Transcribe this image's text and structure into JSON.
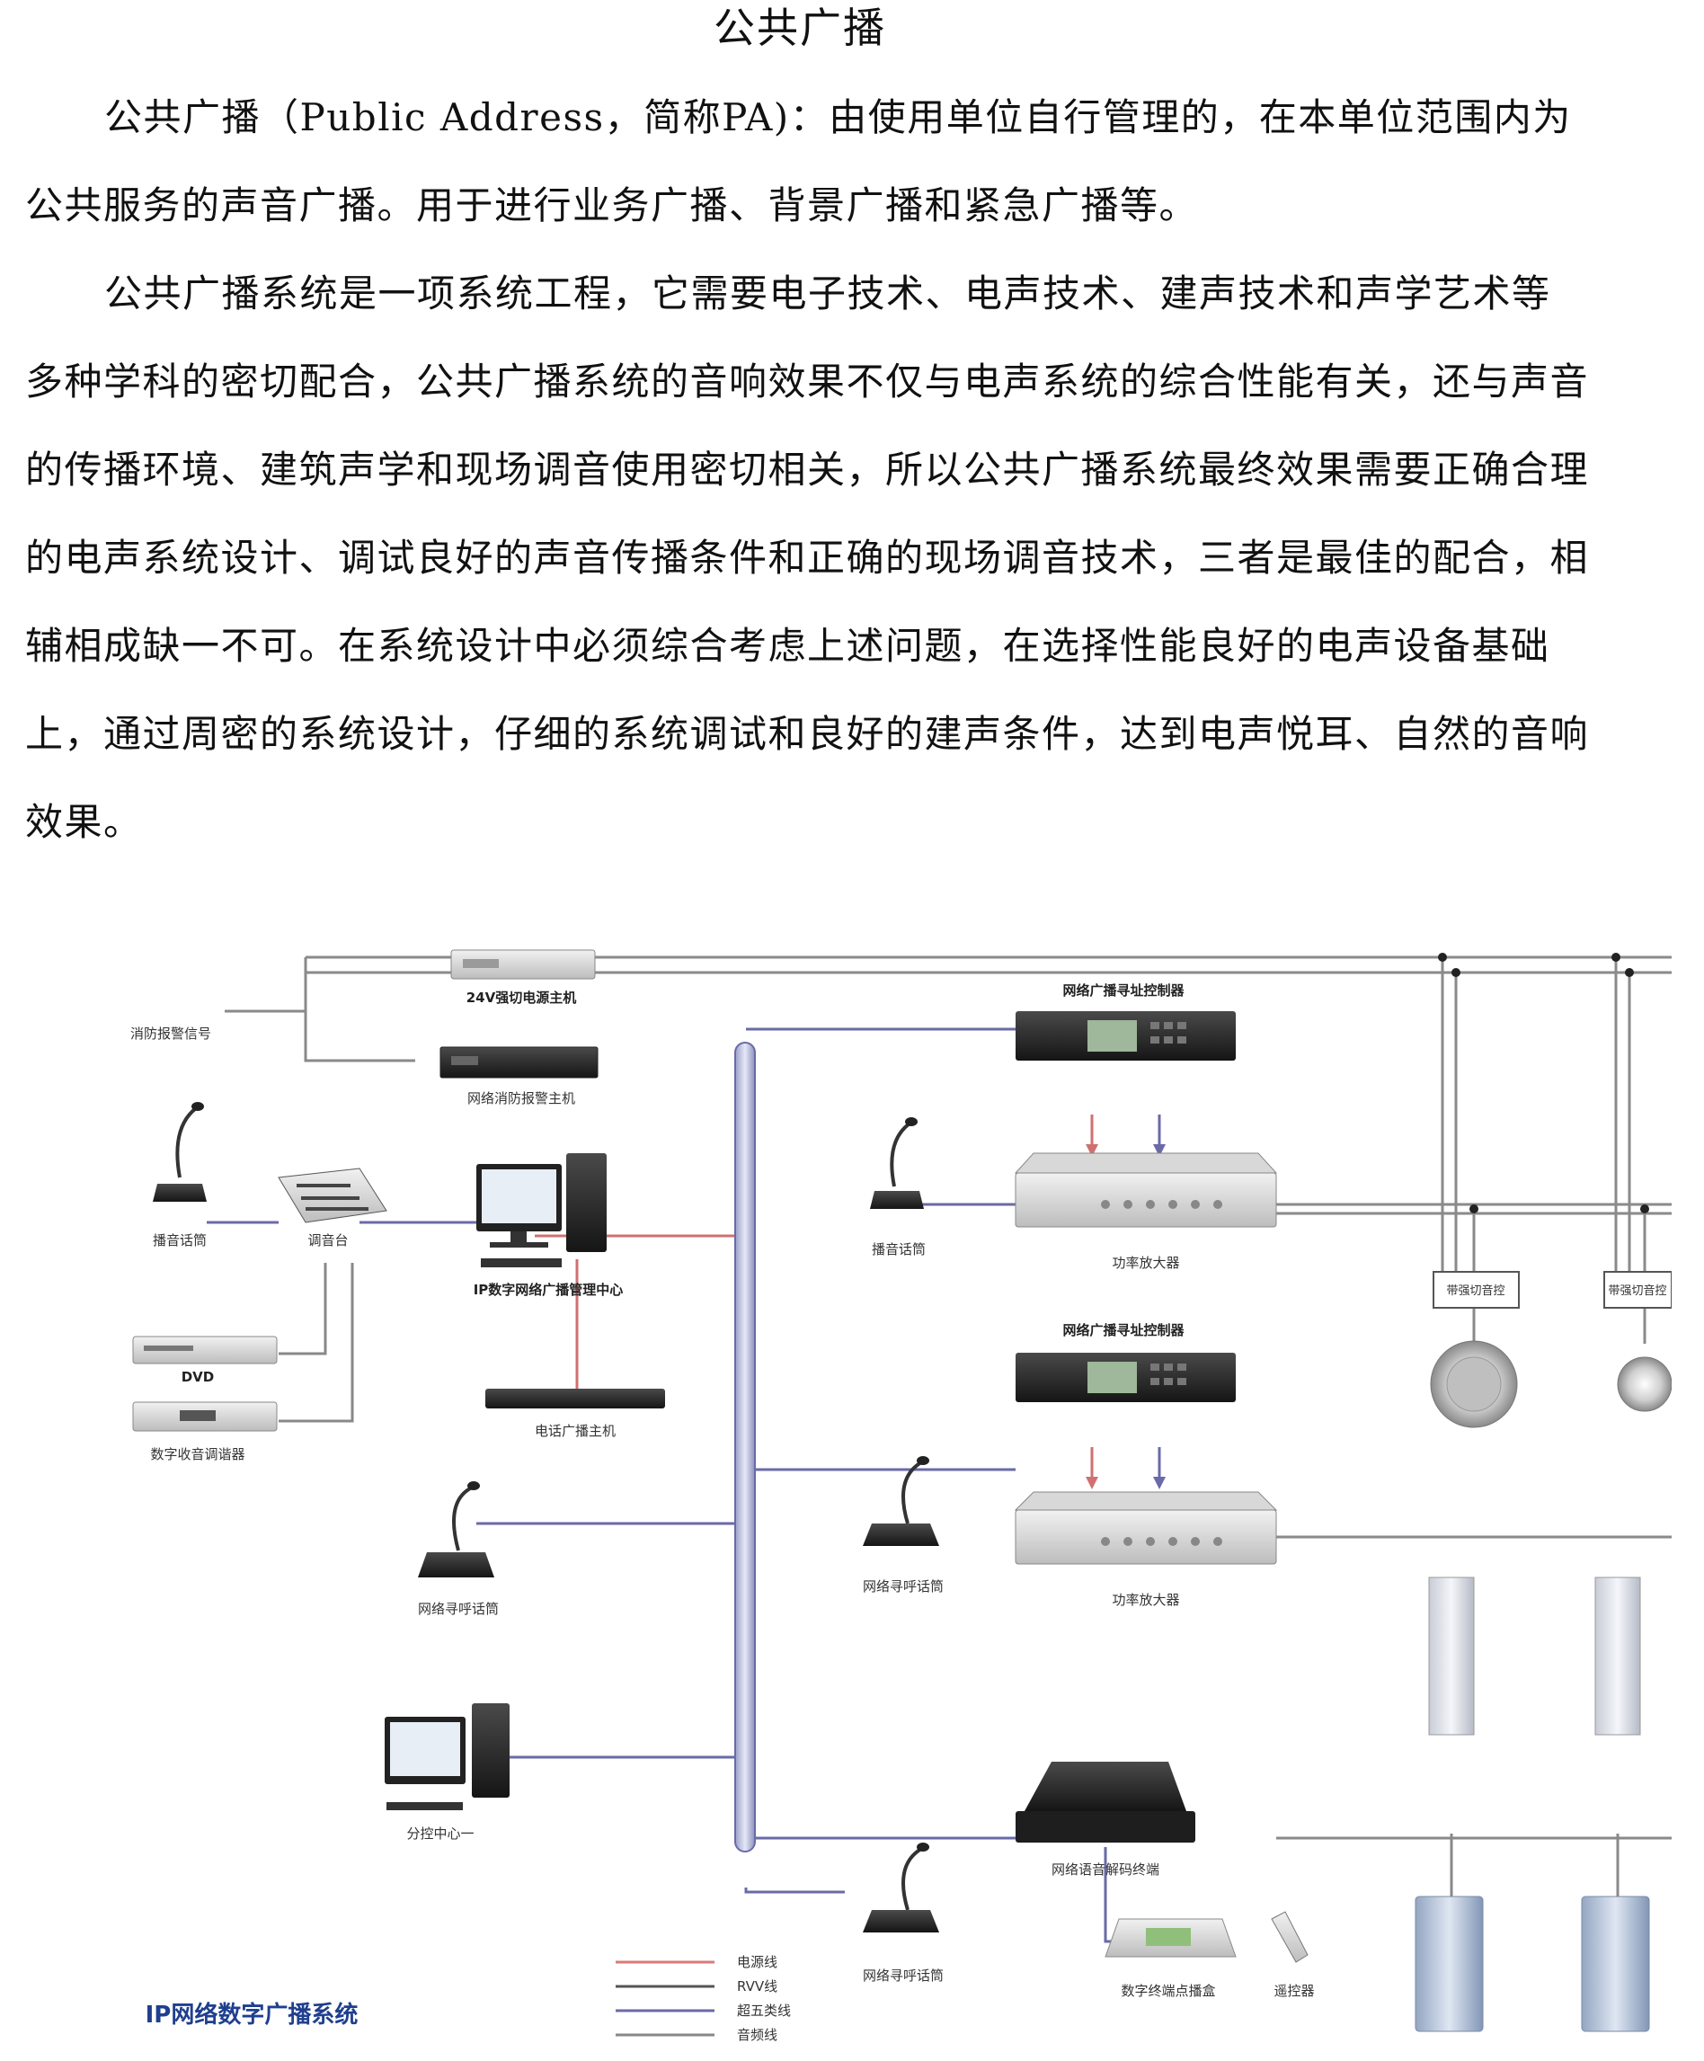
{
  "document": {
    "title": "公共广播",
    "paragraphs": [
      "公共广播（Public Address，简称PA)：由使用单位自行管理的，在本单位范围内为公共服务的声音广播。用于进行业务广播、背景广播和紧急广播等。",
      "公共广播系统是一项系统工程，它需要电子技术、电声技术、建声技术和声学艺术等多种学科的密切配合，公共广播系统的音响效果不仅与电声系统的综合性能有关，还与声音的传播环境、建筑声学和现场调音使用密切相关，所以公共广播系统最终效果需要正确合理的电声系统设计、调试良好的声音传播条件和正确的现场调音技术，三者是最佳的配合，相辅相成缺一不可。在系统设计中必须综合考虑上述问题，在选择性能良好的电声设备基础上，通过周密的系统设计，仔细的系统调试和良好的建声条件，达到电声悦耳、自然的音响效果。"
    ]
  },
  "diagram": {
    "title": "IP网络数字广播系统",
    "labels": {
      "power_host": "24V强切电源主机",
      "fire_signal": "消防报警信号",
      "fire_host": "网络消防报警主机",
      "mic_left": "播音话筒",
      "mixer": "调音台",
      "dvd": "DVD",
      "tuner": "数字收音调谐器",
      "ip_center": "IP数字网络广播管理中心",
      "phone_host": "电话广播主机",
      "paging_mic_left": "网络寻呼话筒",
      "sub_center": "分控中心一",
      "controller_top": "网络广播寻址控制器",
      "mic_right": "播音话筒",
      "amp_top": "功率放大器",
      "controller_mid": "网络广播寻址控制器",
      "paging_mic_right": "网络寻呼话筒",
      "amp_mid": "功率放大器",
      "decoder": "网络语音解码终端",
      "paging_mic_bottom": "网络寻呼话筒",
      "terminal_box": "数字终端点播盒",
      "remote": "遥控器",
      "volume_ctrl_1": "带强切音控",
      "volume_ctrl_2": "带强切音控"
    },
    "legend": [
      {
        "label": "电源线",
        "color": "#d97a7a"
      },
      {
        "label": "RVV线",
        "color": "#555555"
      },
      {
        "label": "超五类线",
        "color": "#6a6aa8"
      },
      {
        "label": "音频线",
        "color": "#888888"
      }
    ]
  }
}
